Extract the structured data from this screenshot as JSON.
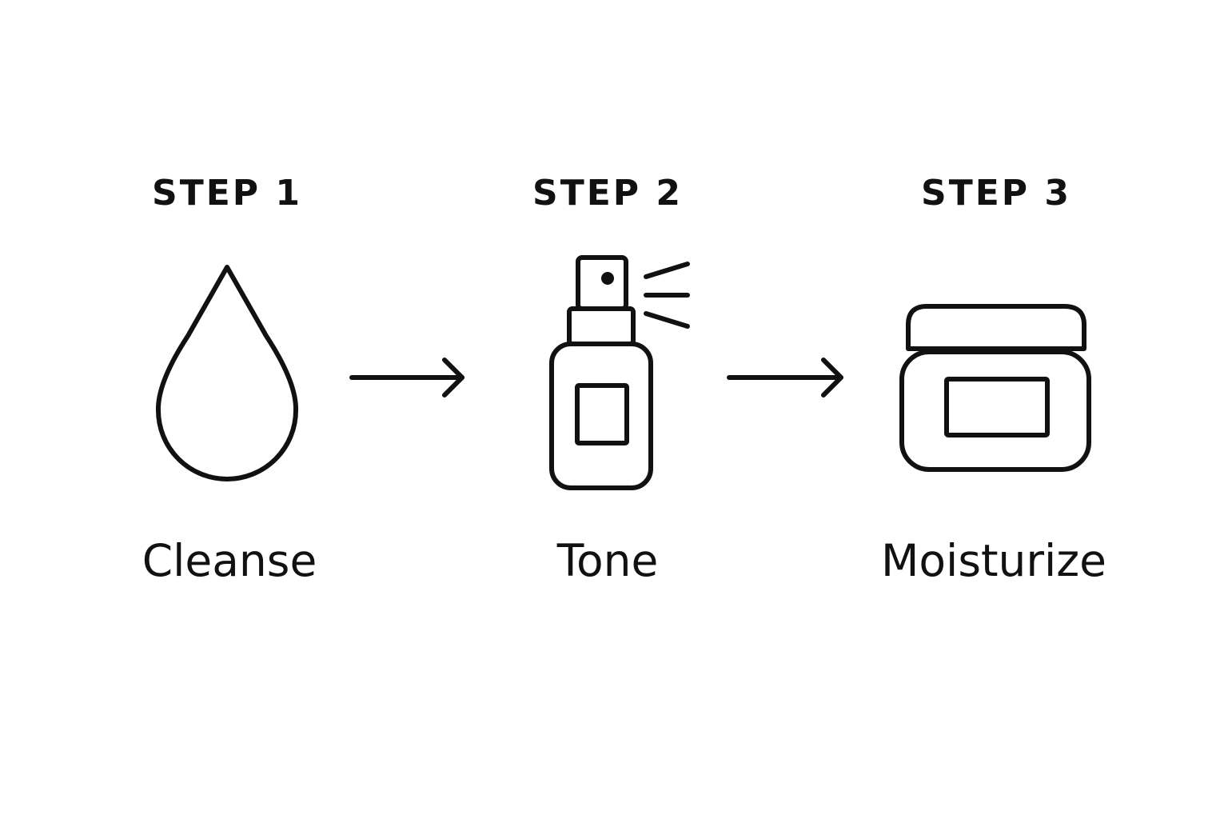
{
  "steps": [
    {
      "label": "STEP 1",
      "name": "Cleanse",
      "icon": "water-drop-icon"
    },
    {
      "label": "STEP 2",
      "name": "Tone",
      "icon": "spray-bottle-icon"
    },
    {
      "label": "STEP 3",
      "name": "Moisturize",
      "icon": "cream-jar-icon"
    }
  ],
  "connectors": [
    "arrow-right-icon",
    "arrow-right-icon"
  ],
  "colors": {
    "ink": "#111111",
    "background": "#ffffff"
  }
}
